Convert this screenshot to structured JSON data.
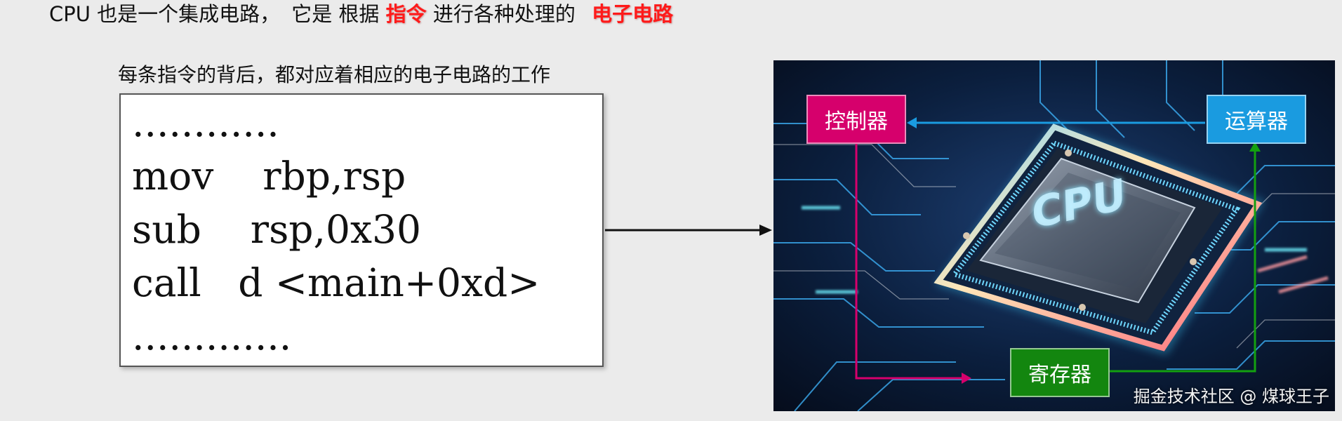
{
  "headline": {
    "part1": "CPU 也是一个集成电路，",
    "part2": "它是 根据",
    "highlight1": "指令",
    "part3": "进行各种处理的",
    "highlight2": "电子电路"
  },
  "subheading": "每条指令的背后，都对应着相应的电子电路的工作",
  "code": {
    "line1": "............",
    "line2": "mov    rbp,rsp",
    "line3": "sub    rsp,0x30",
    "line4": "call   d <main+0xd>",
    "line5": "............."
  },
  "cpu_image": {
    "chip_text": "CPU",
    "controller_label": "控制器",
    "alu_label": "运算器",
    "register_label": "寄存器",
    "watermark": "掘金技术社区 @ 煤球王子"
  },
  "colors": {
    "highlight": "#ff1a1a",
    "controller": "#d6006c",
    "alu": "#1a9be0",
    "register": "#13860f"
  }
}
